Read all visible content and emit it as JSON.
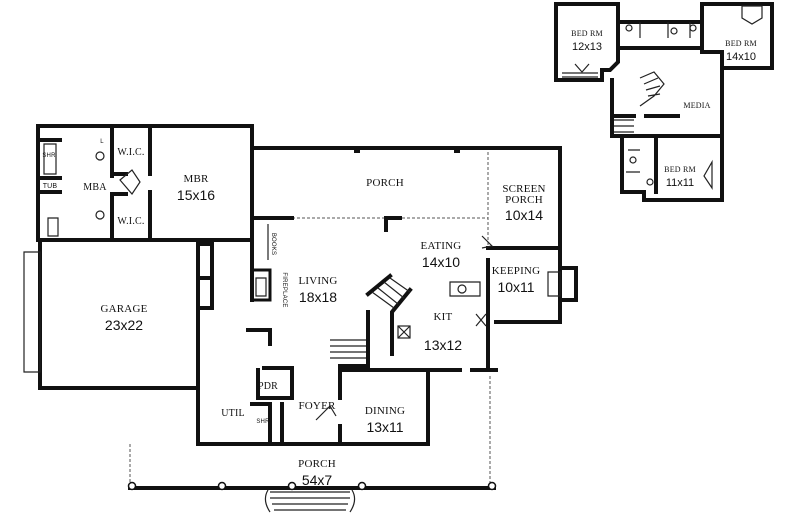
{
  "plan": {
    "upper_floor": {
      "bedroom_1": {
        "name": "BED RM",
        "dim": "12x13"
      },
      "bedroom_2": {
        "name": "BED RM",
        "dim": "14x10"
      },
      "bedroom_3": {
        "name": "BED RM",
        "dim": "11x11"
      },
      "media": {
        "name": "MEDIA"
      }
    },
    "main_floor": {
      "master_bath": {
        "name": "MBA"
      },
      "shower": {
        "name": "SHR"
      },
      "tub": {
        "name": "TUB"
      },
      "wic_1": {
        "name": "W.I.C."
      },
      "wic_2": {
        "name": "W.I.C."
      },
      "linen": {
        "name": "L"
      },
      "master_bedroom": {
        "name": "MBR",
        "dim": "15x16"
      },
      "rear_porch": {
        "name": "PORCH"
      },
      "screen_porch": {
        "name": "SCREEN\nPORCH",
        "name_line1": "SCREEN",
        "name_line2": "PORCH",
        "dim": "10x14"
      },
      "eating": {
        "name": "EATING",
        "dim": "14x10"
      },
      "keeping": {
        "name": "KEEPING",
        "dim": "10x11"
      },
      "books": {
        "name": "BOOKS"
      },
      "fireplace": {
        "name": "FIREPLACE"
      },
      "living": {
        "name": "LIVING",
        "dim": "18x18"
      },
      "garage": {
        "name": "GARAGE",
        "dim": "23x22"
      },
      "kitchen": {
        "name": "KIT",
        "dim": "13x12"
      },
      "powder": {
        "name": "PDR"
      },
      "util": {
        "name": "UTIL"
      },
      "util_shower": {
        "name": "SHR"
      },
      "foyer": {
        "name": "FOYER"
      },
      "dining": {
        "name": "DINING",
        "dim": "13x11"
      },
      "front_porch": {
        "name": "PORCH",
        "dim": "54x7"
      }
    }
  },
  "colors": {
    "wall": "#111111",
    "background": "#ffffff"
  }
}
